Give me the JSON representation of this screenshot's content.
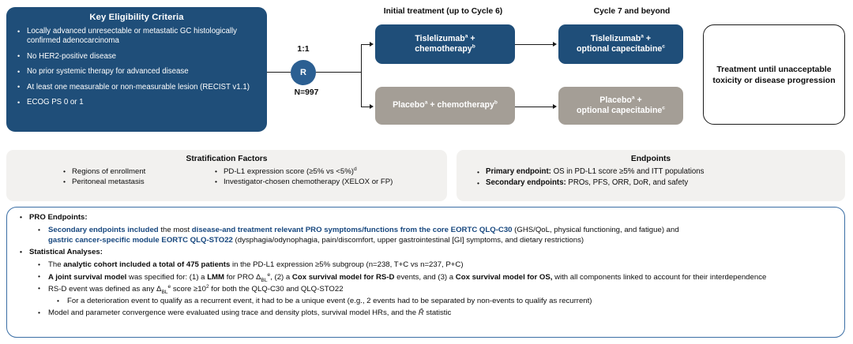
{
  "eligibility": {
    "title": "Key Eligibility Criteria",
    "items": [
      "Locally advanced unresectable or metastatic GC histologically confirmed adenocarcinoma",
      "No HER2-positive disease",
      "No prior systemic therapy for advanced disease",
      "At least one measurable or non-measurable lesion (RECIST v1.1)",
      "ECOG PS 0 or 1"
    ]
  },
  "randomization": {
    "ratio": "1:1",
    "circle_label": "R",
    "n_label": "N=997"
  },
  "columns": {
    "initial": "Initial treatment (up to Cycle 6)",
    "cycle7": "Cycle 7 and beyond"
  },
  "arms": {
    "initial_active_line1": "Tislelizumab",
    "initial_active_sup1": "a",
    "initial_active_line2": " +",
    "initial_active_line3": "chemotherapy",
    "initial_active_sup2": "b",
    "initial_placebo_a": "Placebo",
    "initial_placebo_sup1": "a",
    "initial_placebo_mid": " + chemotherapy",
    "initial_placebo_sup2": "b",
    "cycle7_active_l1": "Tislelizumab",
    "cycle7_active_sup1": "a",
    "cycle7_active_l2": " +",
    "cycle7_active_l3": "optional capecitabine",
    "cycle7_active_sup2": "c",
    "cycle7_placebo_l1": "Placebo",
    "cycle7_placebo_sup1": "a",
    "cycle7_placebo_l2": " +",
    "cycle7_placebo_l3": "optional capecitabine",
    "cycle7_placebo_sup2": "c"
  },
  "outcome": {
    "line1": "Treatment until unacceptable",
    "line2": "toxicity or disease progression"
  },
  "stratification": {
    "title": "Stratification Factors",
    "left_items": [
      "Regions of enrollment",
      "Peritoneal metastasis"
    ],
    "right_item1_text": "PD-L1 expression score (≥5% vs <5%)",
    "right_item1_sup": "d",
    "right_item2": "Investigator-chosen chemotherapy (XELOX or FP)"
  },
  "endpoints": {
    "title": "Endpoints",
    "primary_label": "Primary endpoint:",
    "primary_text": " OS in PD-L1 score ≥5% and ITT populations",
    "secondary_label": "Secondary endpoints:",
    "secondary_text": " PROs, PFS, ORR, DoR, and safety"
  },
  "pro": {
    "heading": "PRO Endpoints:",
    "sec_lead": "Secondary endpoints included",
    "sec_mid1": " the most ",
    "sec_bold1": "disease-and treatment relevant PRO symptoms/functions from the core EORTC QLQ-C30",
    "sec_mid2": " (GHS/QoL, physical functioning, and fatigue) and",
    "sec_bold2": "gastric cancer-specific module EORTC QLQ-STO22",
    "sec_mid3": " (dysphagia/odynophagia, pain/discomfort, upper gastrointestinal [GI] symptoms, and dietary restrictions)",
    "stats_heading": "Statistical Analyses:",
    "stat1_pre": "The ",
    "stat1_bold": "analytic cohort included a total of 475 patients",
    "stat1_post": " in the PD-L1 expression ≥5% subgroup (n=238, T+C vs n=237, P+C)",
    "stat2_bold1": "A joint survival model",
    "stat2_t1": " was specified for: (1) a ",
    "stat2_bold2": "LMM",
    "stat2_t2": " for PRO Δ",
    "stat2_sub": "BL",
    "stat2_sup": "e",
    "stat2_t3": ", (2) a ",
    "stat2_bold3": "Cox survival model for RS-D",
    "stat2_t4": " events, and (3) a ",
    "stat2_bold4": "Cox survival model for OS,",
    "stat2_t5": " with all components linked to account for their interdependence",
    "stat3_pre": "RS-D event was defined as any Δ",
    "stat3_sub": "BL",
    "stat3_sup1": "e",
    "stat3_mid": " score ≥10",
    "stat3_sup2": "2",
    "stat3_post": " for both the QLQ-C30 and QLQ-STO22",
    "stat3_sub_bullet": "For a deterioration event to qualify as a recurrent event, it had to be a unique event (e.g., 2 events had to be separated by non-events to qualify as recurrent)",
    "stat4_pre": "Model and parameter convergence were evaluated using trace and density plots, survival model HRs, and the ",
    "stat4_rhat": "R̂",
    "stat4_post": " statistic"
  },
  "colors": {
    "brand_blue": "#1f4e79",
    "circle_blue": "#2b5f92",
    "taupe": "#a49e96",
    "panel_gray": "#f2f1ef",
    "outline_blue": "#3a6ea5",
    "text_blue": "#17477e"
  }
}
